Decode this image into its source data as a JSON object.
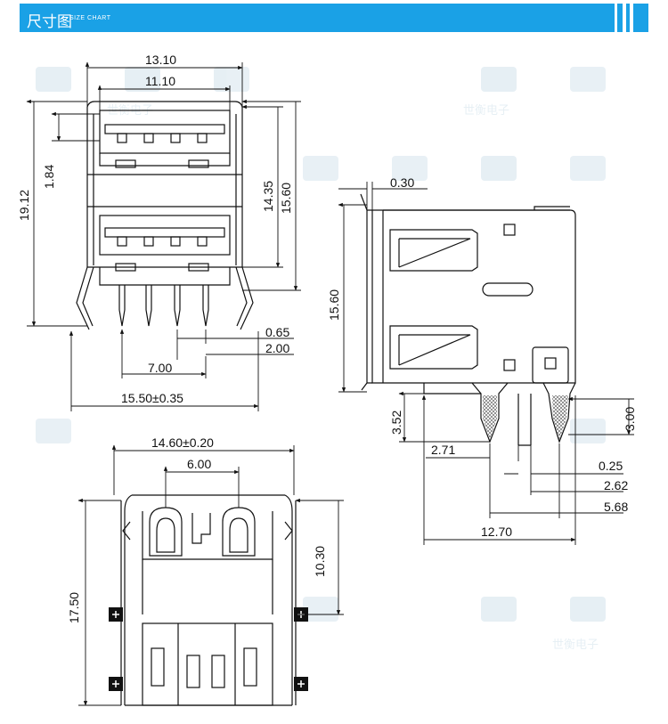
{
  "header": {
    "title": "尺寸图",
    "subtitle": "SIZE CHART",
    "bar_color": "#1aa1e6"
  },
  "watermark": {
    "text": "世衡电子",
    "icon": "brand-logo-icon"
  },
  "front_view": {
    "dims": {
      "overall_width": "13.10",
      "inner_width": "11.10",
      "offset": "1.84",
      "overall_height": "19.12",
      "body_height": "14.35",
      "shell_height": "15.60",
      "pin_width": "0.65",
      "pin_pitch": "2.00",
      "pin_span": "7.00",
      "leg_span": "15.50±0.35"
    }
  },
  "side_view": {
    "dims": {
      "shell_thickness": "0.30",
      "height": "15.60",
      "tail_length": "3.52",
      "post_length": "3.00",
      "pin_offset": "2.71",
      "pin_thickness": "0.25",
      "pin_row_offset": "2.62",
      "post_offset": "5.68",
      "depth": "12.70"
    }
  },
  "bottom_view": {
    "dims": {
      "width": "14.60±0.20",
      "center_span": "6.00",
      "total_height": "17.50",
      "upper_height": "10.30"
    }
  }
}
